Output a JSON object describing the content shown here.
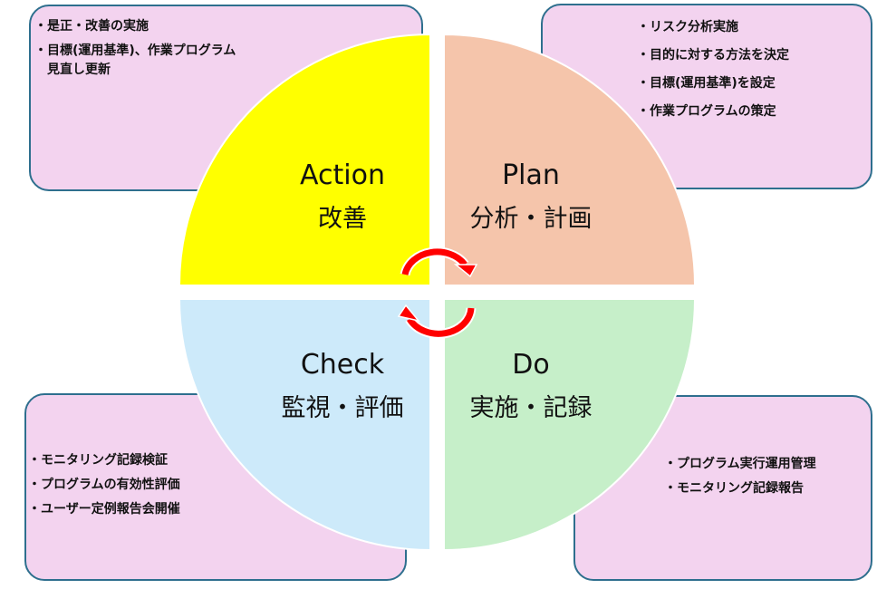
{
  "action": {
    "title": "Action",
    "subtitle": "改善",
    "items": [
      "是正・改善の実施",
      "目標(運用基準)、作業プログラム",
      "見直し更新"
    ],
    "color": "#ffff00"
  },
  "plan": {
    "title": "Plan",
    "subtitle": "分析・計画",
    "items": [
      "リスク分析実施",
      "目的に対する方法を決定",
      "目標(運用基準)を設定",
      "作業プログラムの策定"
    ],
    "color": "#f5c5ab"
  },
  "check": {
    "title": "Check",
    "subtitle": "監視・評価",
    "items": [
      "モニタリング記録検証",
      "プログラムの有効性評価",
      "ユーザー定例報告会開催"
    ],
    "color": "#cdeafa"
  },
  "do": {
    "title": "Do",
    "subtitle": "実施・記録",
    "items": [
      "プログラム実行運用管理",
      "モニタリング記録報告"
    ],
    "color": "#c6efc9"
  },
  "colors": {
    "box_fill": "#f3d3ef",
    "box_border": "#2e6f8e",
    "arrow": "#ff0000"
  }
}
